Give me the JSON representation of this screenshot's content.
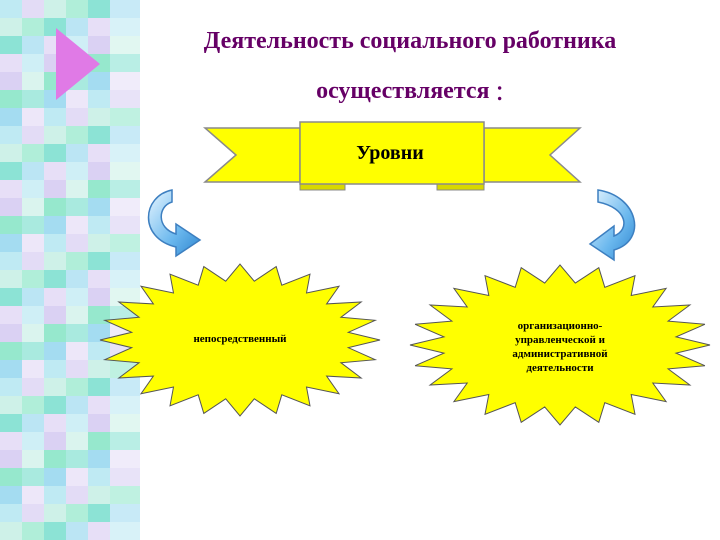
{
  "title": {
    "line1": "Деятельность социального работника",
    "line2": "осуществляется",
    "colon": ":"
  },
  "banner": {
    "label": "Уровни"
  },
  "bursts": [
    {
      "label": "непосредственный"
    },
    {
      "line1": "организационно-",
      "line2": "управленческой и",
      "line3": "административной",
      "line4": "деятельности"
    }
  ],
  "icons": [
    "play-triangle-icon",
    "curved-arrow-left-icon",
    "curved-arrow-right-icon"
  ],
  "colors": {
    "title": "#660066",
    "shape_fill": "#ffff00",
    "arrow": "#5aaae6"
  }
}
